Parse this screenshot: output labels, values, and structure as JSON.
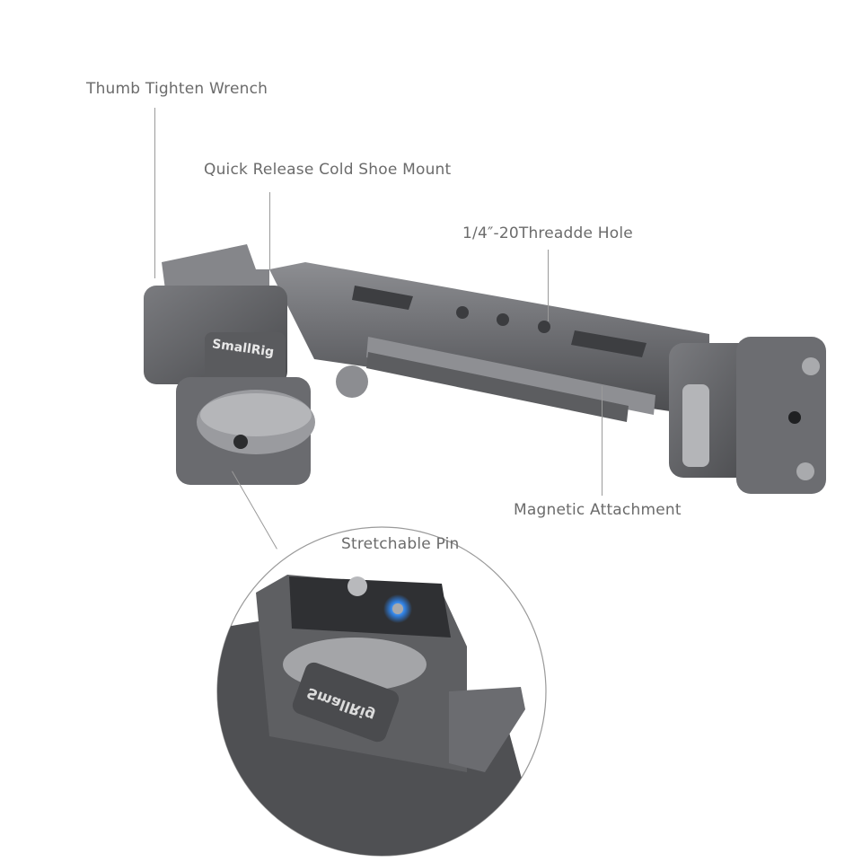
{
  "product": {
    "brand": "SmallRig",
    "colors": {
      "background": "#ffffff",
      "label_text": "#6b6b6b",
      "leader_line": "#9a9a9a",
      "metal_dark": "#4a4b4e",
      "metal_mid": "#6e6f73",
      "metal_light": "#9c9da1",
      "pin_glow": "#2f7fe0"
    }
  },
  "callouts": [
    {
      "id": "thumb-tighten-wrench",
      "text": "Thumb Tighten Wrench"
    },
    {
      "id": "quick-release-cold-shoe",
      "text": "Quick Release Cold Shoe Mount"
    },
    {
      "id": "threaded-hole",
      "text": "1/4″-20Threadde Hole"
    },
    {
      "id": "magnetic-attachment",
      "text": "Magnetic Attachment"
    },
    {
      "id": "stretchable-pin",
      "text": "Stretchable Pin"
    }
  ],
  "logos": {
    "main": "SmallRig",
    "detail_mirrored": "SmallRig"
  }
}
